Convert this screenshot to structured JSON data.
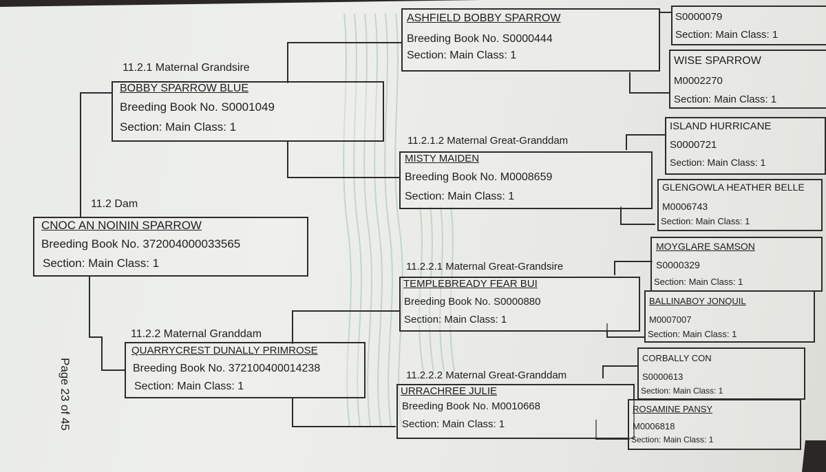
{
  "page": {
    "number": "Page 23 of 45"
  },
  "dam": {
    "label": "11.2 Dam",
    "name": "CNOC AN NOININ SPARROW",
    "reg": "Breeding Book No. 372004000033565",
    "section": "Section: Main Class: 1"
  },
  "grandsire": {
    "label": "11.2.1 Maternal Grandsire",
    "name": "BOBBY SPARROW BLUE",
    "reg": "Breeding Book No. S0001049",
    "section": "Section: Main Class: 1"
  },
  "granddam": {
    "label": "11.2.2 Maternal Granddam",
    "name": "QUARRYCREST DUNALLY PRIMROSE",
    "reg": "Breeding Book No. 372100400014238",
    "section": "Section: Main Class: 1"
  },
  "ggsire1": {
    "name": "ASHFIELD BOBBY SPARROW",
    "reg": "Breeding Book No. S0000444",
    "section": "Section: Main Class: 1"
  },
  "ggdam1": {
    "label": "11.2.1.2 Maternal Great-Granddam",
    "name": "MISTY MAIDEN",
    "reg": "Breeding Book No. M0008659",
    "section": "Section: Main Class: 1"
  },
  "ggsire2": {
    "label": "11.2.2.1 Maternal Great-Grandsire",
    "name": "TEMPLEBREADY FEAR BUI",
    "reg": "Breeding Book No. S0000880",
    "section": "Section: Main Class: 1"
  },
  "ggdam2": {
    "label": "11.2.2.2 Maternal Great-Granddam",
    "name": "URRACHREE JULIE",
    "reg": "Breeding Book No. M0010668",
    "section": "Section: Main Class: 1"
  },
  "gen4": [
    {
      "name": "",
      "reg": "S0000079",
      "section": "Section: Main Class: 1"
    },
    {
      "name": "WISE SPARROW",
      "reg": "M0002270",
      "section": "Section: Main Class: 1"
    },
    {
      "name": "ISLAND HURRICANE",
      "reg": "S0000721",
      "section": "Section: Main Class: 1"
    },
    {
      "name": "GLENGOWLA HEATHER BELLE",
      "reg": "M0006743",
      "section": "Section: Main Class: 1"
    },
    {
      "name": "MOYGLARE SAMSON",
      "reg": "S0000329",
      "section": "Section: Main Class: 1"
    },
    {
      "name": "BALLINABOY JONQUIL",
      "reg": "M0007007",
      "section": "Section: Main Class: 1"
    },
    {
      "name": "CORBALLY CON",
      "reg": "S0000613",
      "section": "Section: Main Class: 1"
    },
    {
      "name": "ROSAMINE PANSY",
      "reg": "M0006818",
      "section": "Section: Main Class: 1"
    }
  ]
}
